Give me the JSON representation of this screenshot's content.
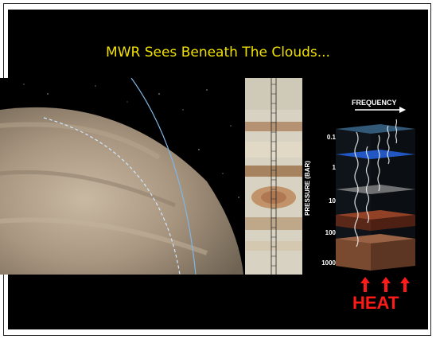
{
  "slide": {
    "title": "MWR Sees Beneath The Clouds...",
    "diagram": {
      "frequency_label": "FREQUENCY",
      "pressure_axis_label": "PRESSURE (BAR)",
      "pressure_ticks": [
        "0.1",
        "1",
        "10",
        "100",
        "1000"
      ],
      "heat_label": "HEAT"
    },
    "colors": {
      "title": "#f0e000",
      "heat": "#ff1a1a",
      "background": "#000000"
    }
  }
}
